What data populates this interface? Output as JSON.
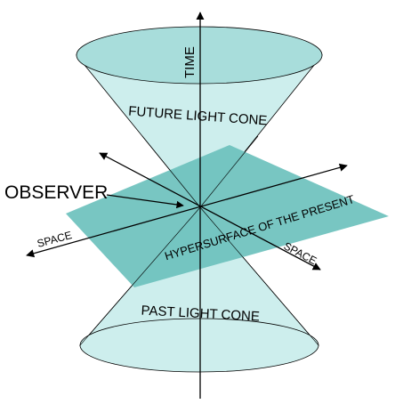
{
  "labels": {
    "time": "TIME",
    "future_cone": "FUTURE LIGHT CONE",
    "observer": "OBSERVER",
    "space_left": "SPACE",
    "space_right": "SPACE",
    "hypersurface": "HYPERSURFACE OF THE PRESENT",
    "past_cone": "PAST LIGHT CONE"
  },
  "colors": {
    "cone_fill": "#cdeeed",
    "cone_rim": "#a8dddb",
    "plane": "#6cc1bd",
    "line": "#000000"
  }
}
